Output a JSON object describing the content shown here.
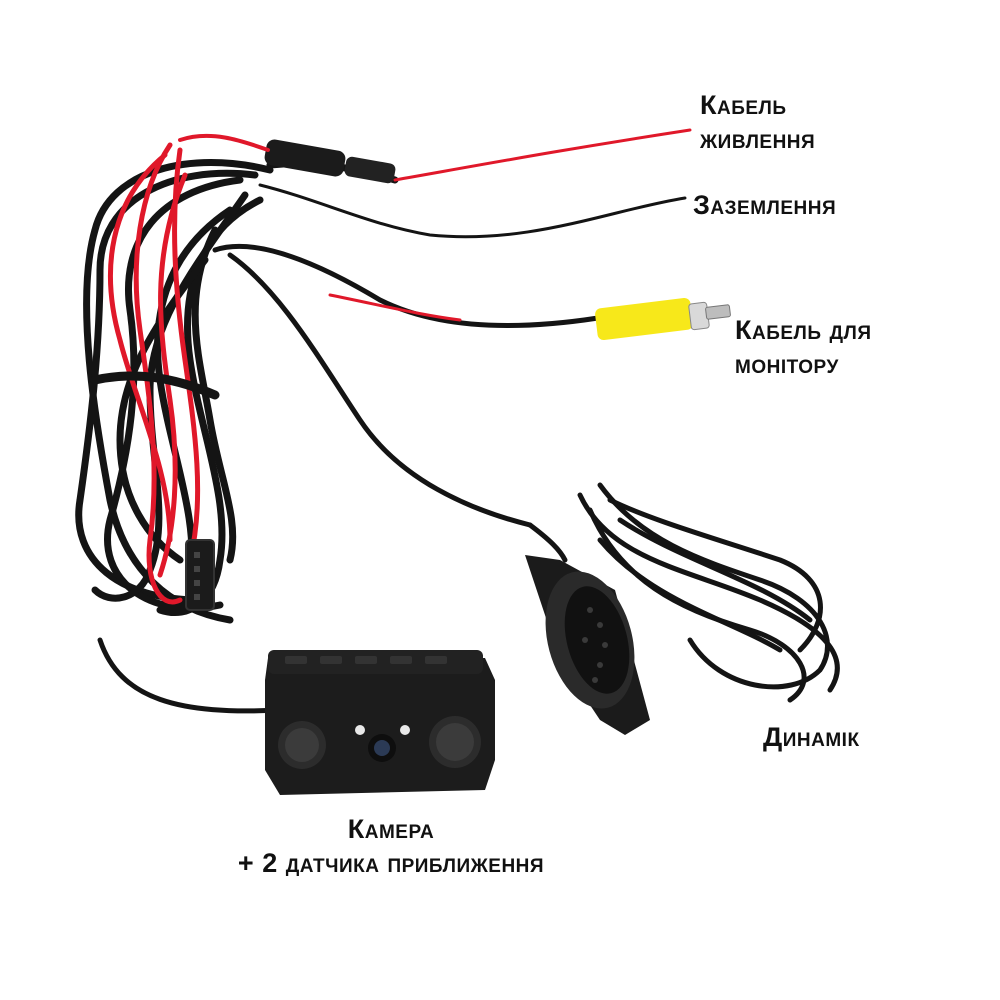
{
  "labels": {
    "power_cable": [
      "Кабель",
      "живлення"
    ],
    "ground": [
      "Заземлення"
    ],
    "monitor_cable": [
      "Кабель для",
      "монітору"
    ],
    "speaker": [
      "Динамік"
    ],
    "camera": [
      "Камера",
      "+ 2 датчика приближення"
    ]
  },
  "colors": {
    "wire_black": "#141414",
    "wire_red": "#e0182a",
    "rca_yellow": "#f7e81a",
    "rca_metal": "#c8c8c8",
    "camera_body": "#1c1c1c",
    "background": "#ffffff"
  }
}
